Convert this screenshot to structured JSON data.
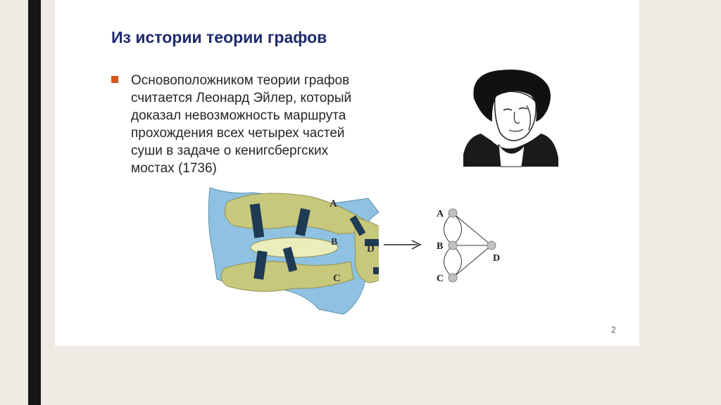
{
  "slide": {
    "title": "Из истории теории графов",
    "body_lines": [
      "Основоположником теории графов",
      "считается Леонард Эйлер, который",
      "доказал невозможность маршрута",
      "прохождения всех четырех частей",
      "суши в задаче о кенигсбергских",
      "мостах (1736)"
    ],
    "page_number": "2"
  },
  "map": {
    "labels": {
      "a": "A",
      "b": "B",
      "c": "C",
      "d": "D"
    },
    "colors": {
      "water": "#8fc2e2",
      "land": "#c7c87c",
      "island_b": "#ecedbd",
      "bridge": "#1e3a54"
    }
  },
  "graph": {
    "labels": {
      "a": "A",
      "b": "B",
      "c": "C",
      "d": "D"
    },
    "node_color": "#c0c0c0"
  },
  "colors": {
    "title": "#1f2a6e",
    "bullet": "#d3561f",
    "left_bar": "#161616"
  }
}
